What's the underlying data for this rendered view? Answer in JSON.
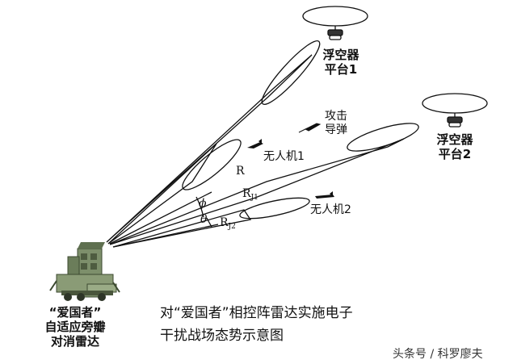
{
  "platforms": [
    {
      "label_line1": "浮空器",
      "label_line2": "平台1"
    },
    {
      "label_line1": "浮空器",
      "label_line2": "平台2"
    }
  ],
  "missile": {
    "label_line1": "攻击",
    "label_line2": "导弹"
  },
  "uavs": [
    {
      "label": "无人机1"
    },
    {
      "label": "无人机2"
    }
  ],
  "symbols": {
    "r": "R",
    "rj1_main": "R",
    "rj1_sub": "J1",
    "rj2_main": "R",
    "rj2_sub": "J2",
    "phi": "ϕ",
    "theta": "θ"
  },
  "radar": {
    "line1": "“爱国者”",
    "line2": "自适应旁瓣",
    "line3": "对消雷达"
  },
  "caption": {
    "line1": "对“爱国者”相控阵雷达实施电子",
    "line2": "干扰战场态势示意图"
  },
  "watermark": "头条号 / 科罗廖夫"
}
